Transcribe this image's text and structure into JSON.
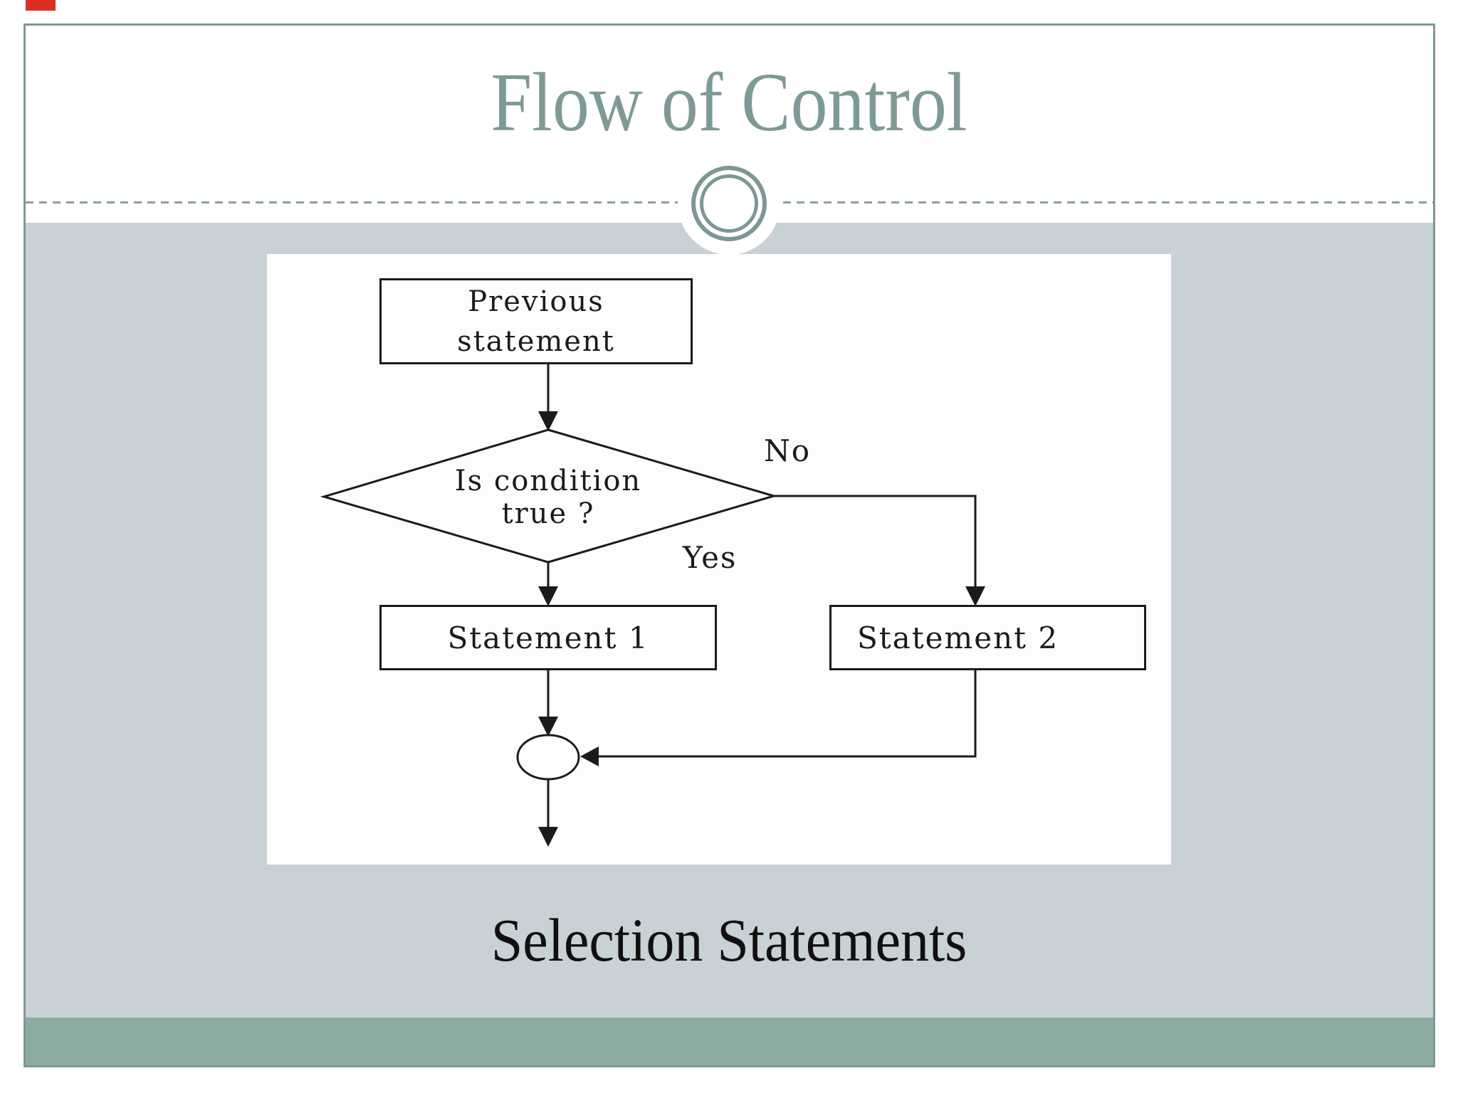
{
  "slide": {
    "title": "Flow of Control",
    "subtitle": "Selection Statements"
  },
  "flowchart": {
    "previous_box": {
      "line1": "Previous",
      "line2": "statement"
    },
    "decision_diamond": {
      "line1": "Is condition",
      "line2": "true ?"
    },
    "branch_labels": {
      "no": "No",
      "yes": "Yes"
    },
    "statement1_box": "Statement 1",
    "statement2_box": "Statement 2"
  },
  "colors": {
    "title_text": "#7e9a96",
    "frame_border": "#7d9894",
    "band_light": "#c8d1d5",
    "band_footer": "#8caba3",
    "divider_dash": "#8aa29e",
    "flowchart_ink": "#1b1b1b",
    "panel_bg": "#fdfdfd",
    "corner_mark": "#d93025"
  }
}
